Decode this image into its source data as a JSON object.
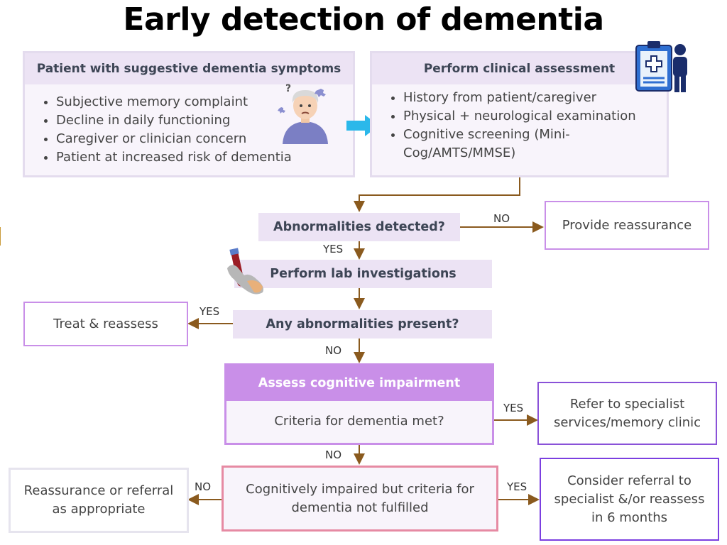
{
  "title": "Early detection of dementia",
  "symptoms": {
    "heading": "Patient with suggestive dementia symptoms",
    "items": [
      "Subjective memory complaint",
      "Decline in daily functioning",
      "Caregiver or clinician concern",
      "Patient at increased risk of dementia"
    ]
  },
  "assessment": {
    "heading": "Perform clinical assessment",
    "items": [
      "History from patient/caregiver",
      "Physical + neurological examination",
      "Cognitive screening (Mini-Cog/AMTS/MMSE)"
    ]
  },
  "nodes": {
    "abnormalities_detected": "Abnormalities detected?",
    "provide_reassurance": "Provide reassurance",
    "perform_lab": "Perform lab investigations",
    "any_abnormalities": "Any abnormalities present?",
    "treat_reassess": "Treat & reassess",
    "assess_cognitive": "Assess cognitive impairment",
    "criteria_met": "Criteria for dementia met?",
    "refer_specialist": "Refer to specialist services/memory clinic",
    "cognitively_impaired": "Cognitively impaired but criteria for dementia not fulfilled",
    "reassurance_referral": "Reassurance or referral as appropriate",
    "consider_referral": "Consider referral to specialist &/or reassess in 6 months"
  },
  "labels": {
    "no": "NO",
    "yes": "YES"
  },
  "colors": {
    "arrow": "#8a5a1e",
    "accent_purple": "#c98fe8",
    "pink": "#e68aa3",
    "blue_arrow": "#2bb8ea",
    "violet": "#7b3fe0"
  }
}
